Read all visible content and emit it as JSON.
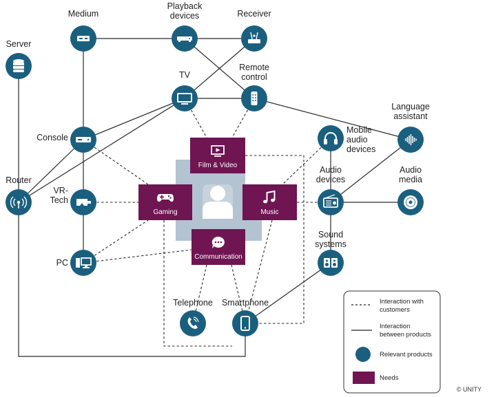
{
  "colors": {
    "node": "#1b5f7f",
    "need": "#6e1552",
    "center_box": "#b4c3d1",
    "line": "#2a2a2a"
  },
  "user_icon": "user-icon",
  "nodes": [
    {
      "id": "server",
      "lines": [
        "Server"
      ],
      "icon": "database-icon"
    },
    {
      "id": "medium",
      "lines": [
        "Medium"
      ],
      "icon": "disc-drive-icon"
    },
    {
      "id": "playback",
      "lines": [
        "Playback",
        "devices"
      ],
      "icon": "player-icon"
    },
    {
      "id": "receiver",
      "lines": [
        "Receiver"
      ],
      "icon": "router-box-icon"
    },
    {
      "id": "tv",
      "lines": [
        "TV"
      ],
      "icon": "tv-icon"
    },
    {
      "id": "remote",
      "lines": [
        "Remote",
        "control"
      ],
      "icon": "remote-icon"
    },
    {
      "id": "console",
      "lines": [
        "Console"
      ],
      "icon": "console-icon"
    },
    {
      "id": "language",
      "lines": [
        "Language",
        "assistant"
      ],
      "icon": "waveform-icon"
    },
    {
      "id": "mobileaudio",
      "lines": [
        "Mobile",
        "audio",
        "devices"
      ],
      "icon": "headphones-icon"
    },
    {
      "id": "router",
      "lines": [
        "Router"
      ],
      "icon": "wifi-icon"
    },
    {
      "id": "vrtech",
      "lines": [
        "VR-",
        "Tech"
      ],
      "icon": "vr-headset-icon"
    },
    {
      "id": "audiodev",
      "lines": [
        "Audio",
        "devices"
      ],
      "icon": "radio-icon"
    },
    {
      "id": "audiomedia",
      "lines": [
        "Audio",
        "media"
      ],
      "icon": "cd-icon"
    },
    {
      "id": "sound",
      "lines": [
        "Sound",
        "systems"
      ],
      "icon": "speakers-icon"
    },
    {
      "id": "pc",
      "lines": [
        "PC"
      ],
      "icon": "computer-icon"
    },
    {
      "id": "telephone",
      "lines": [
        "Telephone"
      ],
      "icon": "phone-icon"
    },
    {
      "id": "smartphone",
      "lines": [
        "Smartphone"
      ],
      "icon": "smartphone-icon"
    }
  ],
  "needs": [
    {
      "id": "film",
      "label": "Film & Video",
      "icon": "play-screen-icon"
    },
    {
      "id": "gaming",
      "label": "Gaming",
      "icon": "gamepad-icon"
    },
    {
      "id": "music",
      "label": "Music",
      "icon": "music-note-icon"
    },
    {
      "id": "communication",
      "label": "Communication",
      "icon": "chat-bubble-icon"
    }
  ],
  "legend": {
    "dashed_label": [
      "Interaction with",
      "customers"
    ],
    "solid_label": [
      "Interaction",
      "between products"
    ],
    "circle_label": [
      "Relevant products"
    ],
    "need_label": [
      "Needs"
    ]
  },
  "copyright": "© UNITY"
}
